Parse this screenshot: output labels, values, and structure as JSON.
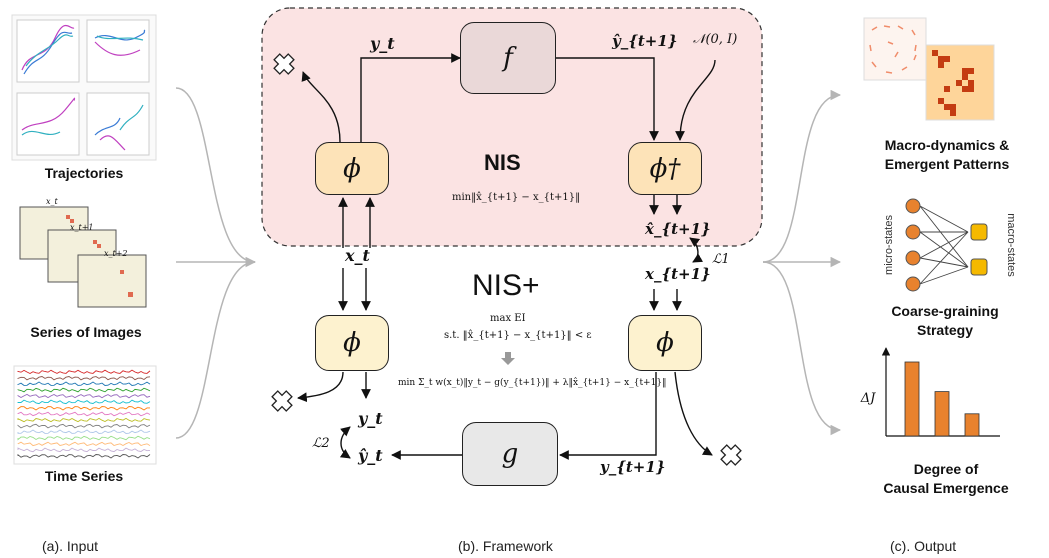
{
  "input": {
    "caption": "(a). Input",
    "trajectories_label": "Trajectories",
    "images_label": "Series of Images",
    "timeseries_label": "Time Series",
    "image_frame_labels": [
      "x_t",
      "x_t+1",
      "x_t+2"
    ]
  },
  "framework": {
    "caption": "(b). Framework",
    "nis_title": "NIS",
    "nis_plus_title": "NIS+",
    "nis_objective": "min‖x̂_{t+1} − x_{t+1}‖",
    "max_ei": "max EI",
    "constraint": "s.t. ‖x̂_{t+1} − x_{t+1}‖ < ε",
    "nis_plus_objective": "min Σ_t w(x_t)‖y_t − g(y_{t+1})‖ + λ‖x̂_{t+1} − x_{t+1}‖",
    "f_label": "f",
    "g_label": "g",
    "phi_label": "ϕ",
    "phi_dagger_label": "ϕ†",
    "noise_label": "𝒩(0, I)",
    "y_t": "y_t",
    "y_hat_t1": "ŷ_{t+1}",
    "x_t": "x_t",
    "x_hat_t1": "x̂_{t+1}",
    "x_t1": "x_{t+1}",
    "y_t1": "y_{t+1}",
    "y_hat_t": "ŷ_t",
    "loss1": "ℒ1",
    "loss2": "ℒ2"
  },
  "output": {
    "caption": "(c). Output",
    "macro_dynamics_label_line1": "Macro-dynamics &",
    "macro_dynamics_label_line2": "Emergent Patterns",
    "coarse_label_line1": "Coarse-graining",
    "coarse_label_line2": "Strategy",
    "micro_states": "micro-states",
    "macro_states": "macro-states",
    "degree_label_line1": "Degree of",
    "degree_label_line2": "Causal Emergence",
    "delta_j": "ΔJ",
    "bar_values": [
      1.0,
      0.6,
      0.3
    ]
  },
  "colors": {
    "nis_region": "#fbe3e3",
    "phi_fill": "#fde3b8",
    "macro_node": "#f5b900",
    "micro_node": "#e8822e",
    "bar": "#e8822e",
    "arrow_gray": "#b5b5b5"
  },
  "icons": [
    "discard-cross-icon",
    "downward-arrow-icon"
  ]
}
